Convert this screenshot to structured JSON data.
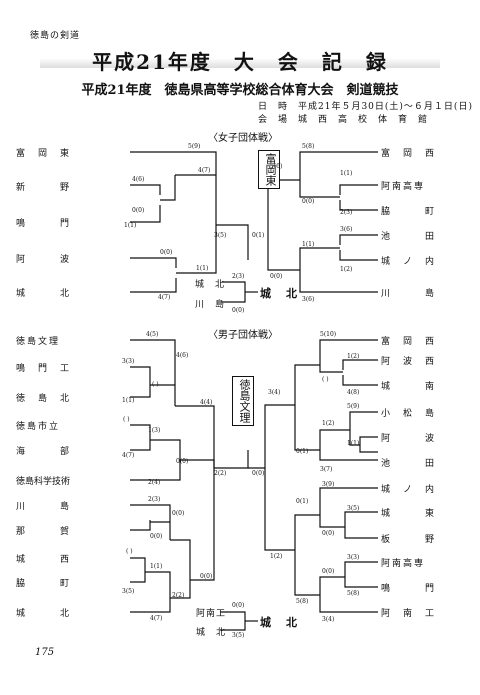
{
  "header_tag": "徳島の剣道",
  "title": "平成21年度　大　会　記　録",
  "subtitle": "平成21年度　徳島県高等学校総合体育大会　剣道競技",
  "meta": {
    "date": "日　時　平成21年５月30日(土)～６月１日(日)",
    "venue": "会　場　城　西　高　校　体　育　館"
  },
  "women": {
    "section_title": "〈女子団体戦〉",
    "left_teams": [
      "富　岡　東",
      "新　　　野",
      "鳴　　　門",
      "阿　　　波",
      "城　　　北"
    ],
    "right_teams": [
      "富　岡　西",
      "阿南高専",
      "脇　　　町",
      "池　　　田",
      "城　ノ　内",
      "川　　　島"
    ],
    "champion_box": "富岡東",
    "final_teams": [
      "城　北",
      "川　島"
    ],
    "champion_result": "城　北",
    "scores": [
      "5(9)",
      "4(6)",
      "0(0)",
      "1(1)",
      "4(7)",
      "0(0)",
      "1(1)",
      "4(7)",
      "3(5)",
      "0(1)",
      "2(3)",
      "0(0)",
      "5(8)",
      "1(1)",
      "0(0)",
      "2(3)",
      "5(6)",
      "3(6)",
      "1(1)",
      "1(2)",
      "0(0)",
      "3(6)"
    ]
  },
  "men": {
    "section_title": "〈男子団体戦〉",
    "left_teams": [
      "徳島文理",
      "鳴　門　工",
      "徳　島　北",
      "徳島市立",
      "海　　　部",
      "徳島科学技術",
      "川　　　島",
      "那　　　賀",
      "城　　　西",
      "脇　　　町",
      "城　　　北"
    ],
    "right_teams": [
      "富　岡　西",
      "阿　波　西",
      "城　　　南",
      "小　松　島",
      "阿　　　波",
      "池　　　田",
      "城　ノ　内",
      "城　　　東",
      "板　　　野",
      "阿南高専",
      "鳴　　　門",
      "阿　南　工"
    ],
    "champion_box": "徳島文理",
    "final_teams": [
      "阿南工",
      "城　北"
    ],
    "champion_result": "城　北",
    "scores": [
      "4(5)",
      "3(3)",
      "( )",
      "1(1)",
      "4(6)",
      "( )",
      "1(3)",
      "4(7)",
      "4(4)",
      "0(0)",
      "2(4)",
      "2(3)",
      "0(0)",
      "0(0)",
      "( )",
      "1(1)",
      "3(5)",
      "2(2)",
      "0(0)",
      "4(7)",
      "2(2)",
      "0(0)",
      "0(0)",
      "3(5)",
      "5(10)",
      "1(2)",
      "4(8)",
      "( )",
      "5(9)",
      "1(2)",
      "1(1)",
      "3(7)",
      "3(4)",
      "0(1)",
      "3(9)",
      "3(5)",
      "0(0)",
      "0(1)",
      "3(3)",
      "0(0)",
      "5(8)",
      "1(2)",
      "5(8)",
      "3(4)"
    ]
  },
  "page_number": "175"
}
